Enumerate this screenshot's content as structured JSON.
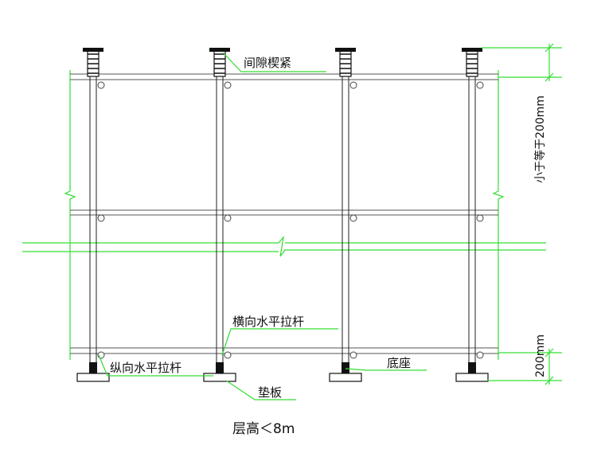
{
  "labels": {
    "gap_wedge": "间隙楔紧",
    "small_equal_200": "小于等于200mm",
    "transverse_bar": "横向水平拉杆",
    "longitudinal_bar": "纵向水平拉杆",
    "base": "底座",
    "pad": "垫板",
    "bottom_dim": "200mm",
    "caption": "层高＜8m"
  },
  "colors": {
    "line": "#33dd33",
    "pole": "#111111",
    "text": "#111111"
  }
}
